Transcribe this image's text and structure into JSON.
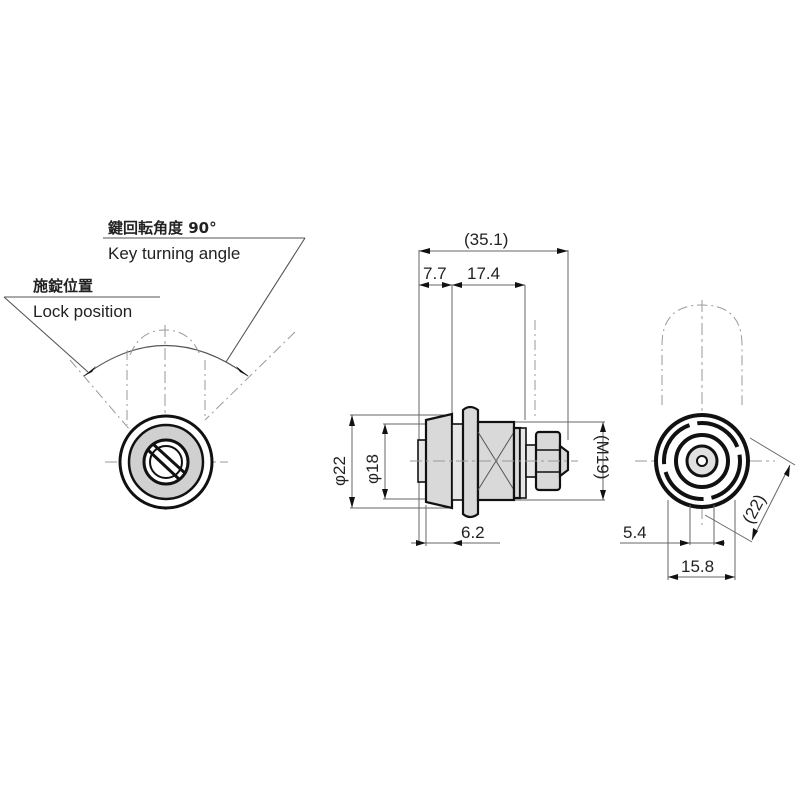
{
  "front_view": {
    "key_turning_angle_jp": "鍵回転角度 90°",
    "key_turning_angle_en": "Key turning angle",
    "lock_position_jp": "施錠位置",
    "lock_position_en": "Lock position"
  },
  "side_view": {
    "overall_length": "(35.1)",
    "segment_1": "7.7",
    "segment_2": "17.4",
    "outer_diameter": "φ22",
    "inner_diameter": "φ18",
    "thread": "(M19)",
    "flange_offset": "6.2"
  },
  "rear_view": {
    "cam_offset": "5.4",
    "cam_width": "15.8",
    "cam_length": "(22)"
  }
}
